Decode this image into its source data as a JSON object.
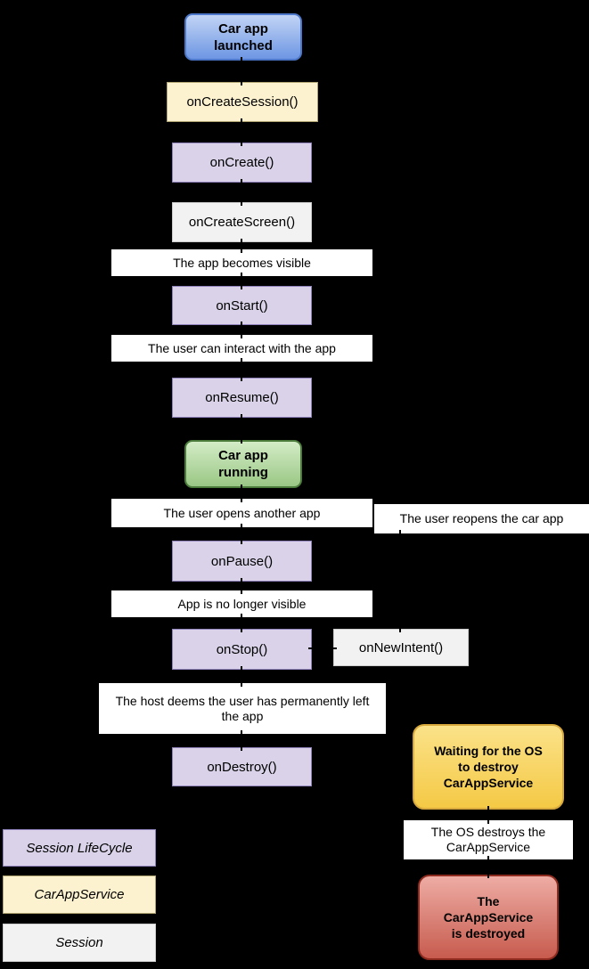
{
  "diagram": {
    "nodes": {
      "car_app_launched": {
        "label": "Car app launched",
        "type": "state",
        "color": "#6d96e3"
      },
      "on_create_session": {
        "label": "onCreateSession()",
        "type": "CarAppService",
        "color": "#fdf2cf"
      },
      "on_create": {
        "label": "onCreate()",
        "type": "Session LifeCycle",
        "color": "#d9d2e8"
      },
      "on_create_screen": {
        "label": "onCreateScreen()",
        "type": "Session",
        "color": "#f2f2f2"
      },
      "app_becomes_visible": {
        "label": "The app becomes visible",
        "type": "caption",
        "color": "#ffffff"
      },
      "on_start": {
        "label": "onStart()",
        "type": "Session LifeCycle",
        "color": "#d9d2e8"
      },
      "user_can_interact": {
        "label": "The user can interact with the app",
        "type": "caption",
        "color": "#ffffff"
      },
      "on_resume": {
        "label": "onResume()",
        "type": "Session LifeCycle",
        "color": "#d9d2e8"
      },
      "car_app_running": {
        "label": "Car app running",
        "type": "state",
        "color": "#9ac785"
      },
      "user_opens_another": {
        "label": "The user opens another app",
        "type": "caption",
        "color": "#ffffff"
      },
      "user_reopens": {
        "label": "The user reopens the car app",
        "type": "caption",
        "color": "#ffffff"
      },
      "on_pause": {
        "label": "onPause()",
        "type": "Session LifeCycle",
        "color": "#d9d2e8"
      },
      "app_no_longer_visible": {
        "label": "App is no longer visible",
        "type": "caption",
        "color": "#ffffff"
      },
      "on_stop": {
        "label": "onStop()",
        "type": "Session LifeCycle",
        "color": "#d9d2e8"
      },
      "on_new_intent": {
        "label": "onNewIntent()",
        "type": "Session",
        "color": "#f2f2f2"
      },
      "host_deems": {
        "label": "The host deems the user has permanently left the app",
        "type": "caption",
        "color": "#ffffff"
      },
      "on_destroy": {
        "label": "onDestroy()",
        "type": "Session LifeCycle",
        "color": "#d9d2e8"
      },
      "waiting_os": {
        "label": "Waiting for the OS to destroy CarAppService",
        "type": "state",
        "color": "#f4c945"
      },
      "os_destroys": {
        "label": "The OS destroys the CarAppService",
        "type": "caption",
        "color": "#ffffff"
      },
      "service_destroyed": {
        "label": "The CarAppService is destroyed",
        "type": "state",
        "color": "#c75b4e"
      }
    },
    "legend": {
      "items": [
        {
          "label": "Session LifeCycle",
          "color": "#d9d2e8"
        },
        {
          "label": "CarAppService",
          "color": "#fdf2cf"
        },
        {
          "label": "Session",
          "color": "#f2f2f2"
        }
      ]
    },
    "colors": {
      "background": "#000000",
      "state_blue": "#6d96e3",
      "state_green": "#9ac785",
      "state_yellow": "#f4c945",
      "state_red": "#c75b4e",
      "lifecycle_purple": "#d9d2e8",
      "car_app_service_cream": "#fdf2cf",
      "session_gray": "#f2f2f2",
      "caption_white": "#ffffff"
    }
  }
}
